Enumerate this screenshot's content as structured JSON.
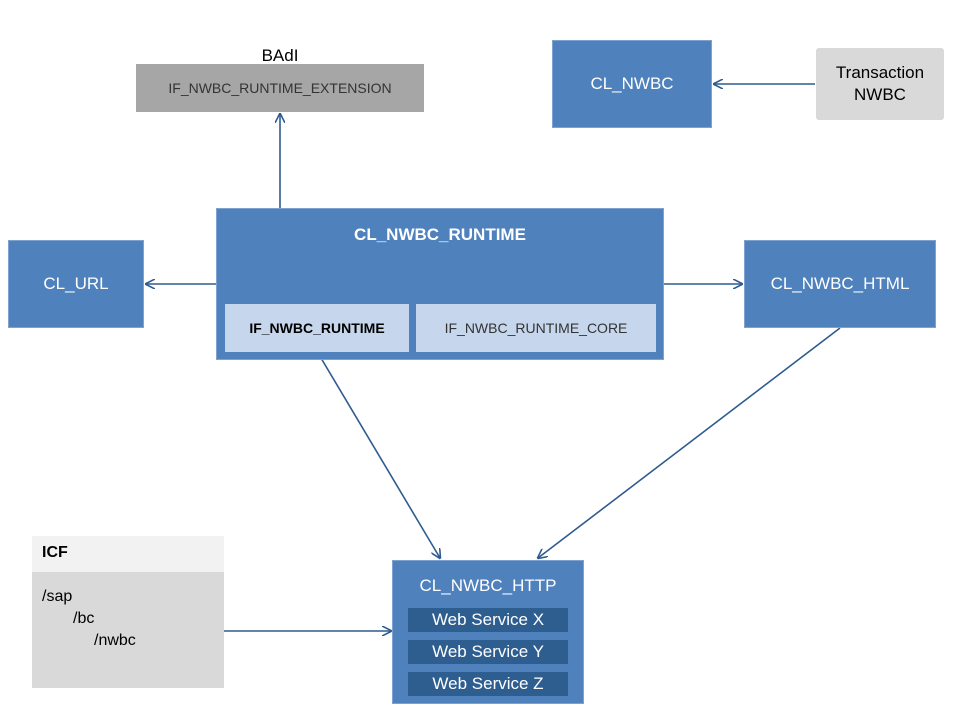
{
  "badi": {
    "caption": "BAdI",
    "interface": "IF_NWBC_RUNTIME_EXTENSION"
  },
  "cl_nwbc": "CL_NWBC",
  "transaction": {
    "line1": "Transaction",
    "line2": "NWBC"
  },
  "runtime": {
    "title": "CL_NWBC_RUNTIME",
    "if_runtime": "IF_NWBC_RUNTIME",
    "if_runtime_core": "IF_NWBC_RUNTIME_CORE"
  },
  "cl_url": "CL_URL",
  "cl_nwbc_html": "CL_NWBC_HTML",
  "icf": {
    "title": "ICF",
    "path": [
      "/sap",
      "/bc",
      "/nwbc"
    ]
  },
  "http": {
    "title": "CL_NWBC_HTTP",
    "services": [
      "Web Service X",
      "Web Service Y",
      "Web Service Z"
    ]
  },
  "colors": {
    "box_blue": "#4f81bd",
    "inner_light": "#c6d6ec",
    "service_dark": "#2e5d8f",
    "arrow": "#2f5b8f",
    "badi_grey": "#a6a6a6",
    "light_grey": "#d9d9d9"
  }
}
